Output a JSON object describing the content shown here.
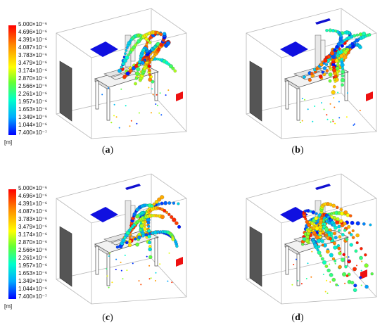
{
  "legend": {
    "unit": "[m]",
    "ticks": [
      "5.000×10⁻⁶",
      "4.696×10⁻⁶",
      "4.391×10⁻⁶",
      "4.087×10⁻⁶",
      "3.783×10⁻⁶",
      "3.479×10⁻⁶",
      "3.174×10⁻⁶",
      "2.870×10⁻⁶",
      "2.566×10⁻⁶",
      "2.261×10⁻⁶",
      "1.957×10⁻⁶",
      "1.653×10⁻⁶",
      "1.349×10⁻⁶",
      "1.044×10⁻⁶",
      "7.400×10⁻⁷"
    ],
    "colors": {
      "max": "#ff0000",
      "mid": "#ffff00",
      "min": "#0000ff"
    }
  },
  "panels": [
    {
      "id": "a",
      "open": "(",
      "letter": "a",
      "close": ")"
    },
    {
      "id": "b",
      "open": "(",
      "letter": "b",
      "close": ")"
    },
    {
      "id": "c",
      "open": "(",
      "letter": "c",
      "close": ")"
    },
    {
      "id": "d",
      "open": "(",
      "letter": "d",
      "close": ")"
    }
  ]
}
